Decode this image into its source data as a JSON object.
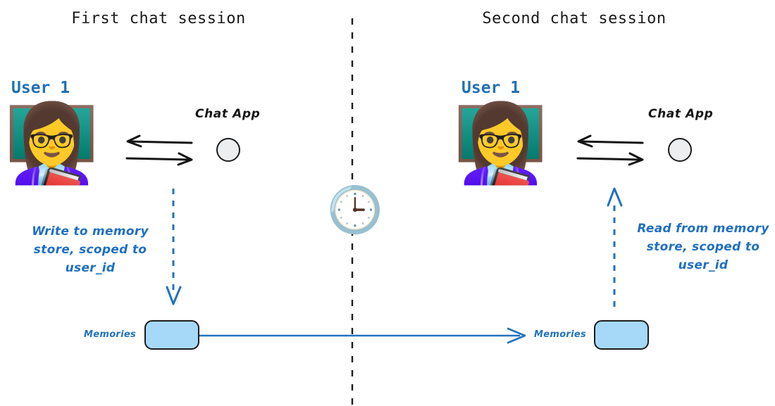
{
  "diagram": {
    "title_left": "First chat session",
    "title_right": "Second chat session",
    "divider": "vertical-dashed-divider",
    "clock_icon": "🕒",
    "colors": {
      "accent_blue": "#1f6fc0",
      "user_label_blue": "#2171b5",
      "memory_fill": "#a6d8f8",
      "node_fill": "#eceef0",
      "outline": "#1b1b1b",
      "background": "#ffffff"
    }
  },
  "left_session": {
    "heading": "First chat session",
    "user_label": "User 1",
    "avatar_icon": "👩‍🏫",
    "app_label": "Chat App",
    "app_node_icon": "circle-node",
    "arrow_in_icon": "arrow-left",
    "arrow_out_icon": "arrow-right",
    "annotation": "Write to memory\nstore, scoped to\nuser_id",
    "flow_arrow_icon": "dashed-arrow-down",
    "memories_label": "Memories",
    "memories_box_icon": "memory-store-box"
  },
  "right_session": {
    "heading": "Second chat session",
    "user_label": "User 1",
    "avatar_icon": "👩‍🏫",
    "app_label": "Chat App",
    "app_node_icon": "circle-node",
    "arrow_in_icon": "arrow-left",
    "arrow_out_icon": "arrow-right",
    "annotation": "Read from memory\nstore, scoped to\nuser_id",
    "flow_arrow_icon": "dashed-arrow-up",
    "memories_label": "Memories",
    "memories_box_icon": "memory-store-box"
  },
  "connector": {
    "icon": "solid-arrow-right",
    "from": "Memories",
    "to": "Memories"
  }
}
